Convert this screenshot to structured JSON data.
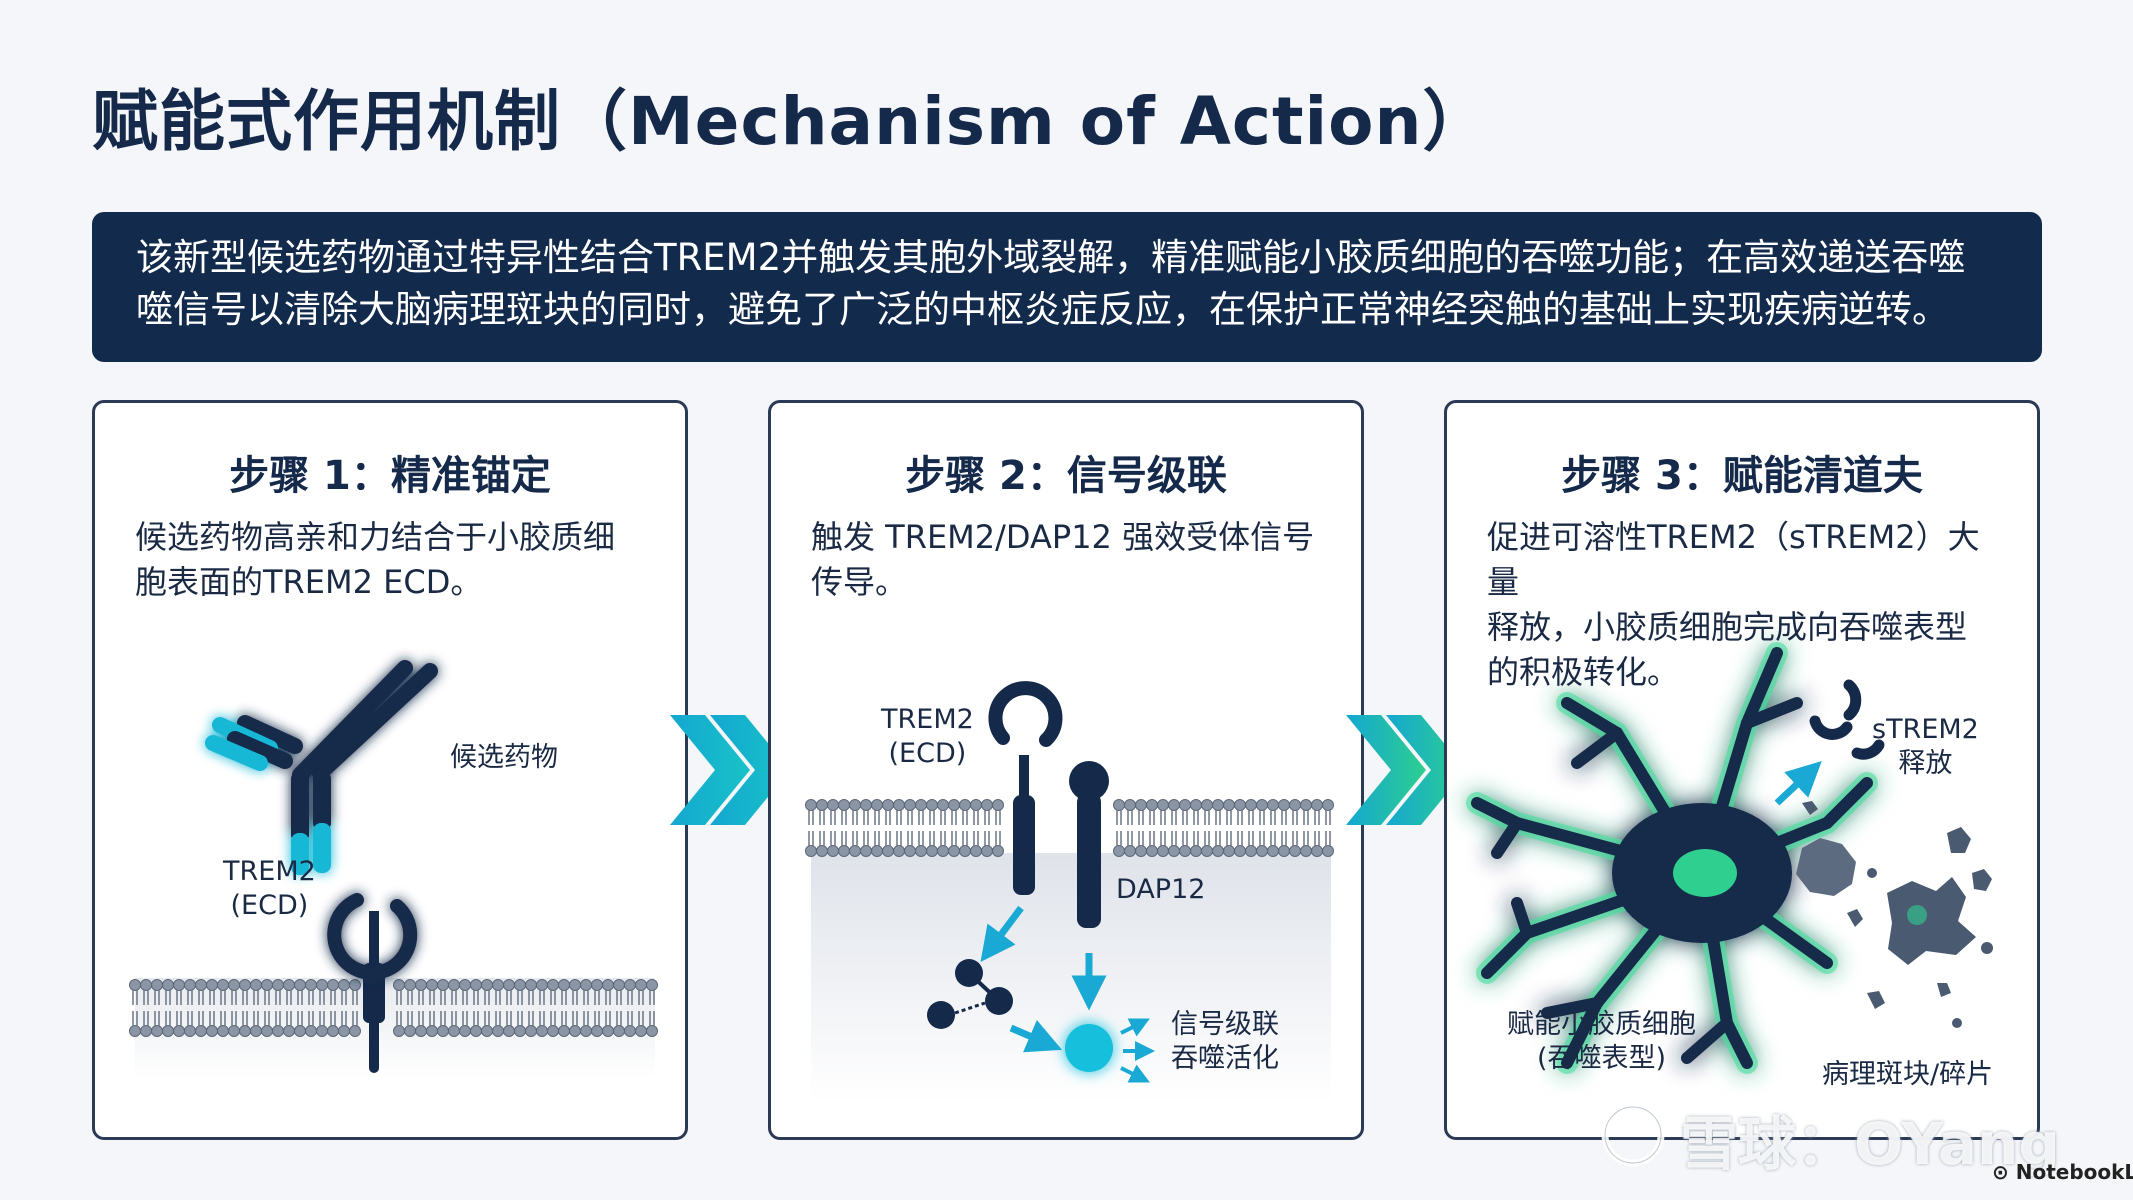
{
  "title": "赋能式作用机制（Mechanism of Action）",
  "summary": {
    "line1": "该新型候选药物通过特异性结合TREM2并触发其胞外域裂解，精准赋能小胶质细胞的吞噬功能；在高效递送吞噬",
    "line2": "噬信号以清除大脑病理斑块的同时，避免了广泛的中枢炎症反应，在保护正常神经突触的基础上实现疾病逆转。"
  },
  "steps": [
    {
      "title": "步骤 1：精准锚定",
      "desc_line1": "候选药物高亲和力结合于小胶质细",
      "desc_line2": "胞表面的TREM2 ECD。",
      "labels": {
        "drug": "候选药物",
        "trem2": "TREM2",
        "ecd": "(ECD)"
      }
    },
    {
      "title": "步骤 2：信号级联",
      "desc_line1": "触发 TREM2/DAP12 强效受体信号",
      "desc_line2": "传导。",
      "labels": {
        "trem2": "TREM2",
        "ecd": "(ECD)",
        "dap12": "DAP12",
        "cascade1": "信号级联",
        "cascade2": "吞噬活化"
      }
    },
    {
      "title": "步骤 3：赋能清道夫",
      "desc_line1": "促进可溶性TREM2（sTREM2）大量",
      "desc_line2": "释放，小胶质细胞完成向吞噬表型",
      "desc_line3": "的积极转化。",
      "labels": {
        "strem2": "sTREM2",
        "release": "释放",
        "microglia1": "赋能小胶质细胞",
        "microglia2": "(吞噬表型)",
        "plaque": "病理斑块/碎片"
      }
    }
  ],
  "watermark": "雪球：OYang",
  "brand": "NotebookLM",
  "colors": {
    "navy": "#15294a",
    "cyan": "#19b8d6",
    "green": "#2ecf8f",
    "membrane": "#8a95a5"
  }
}
